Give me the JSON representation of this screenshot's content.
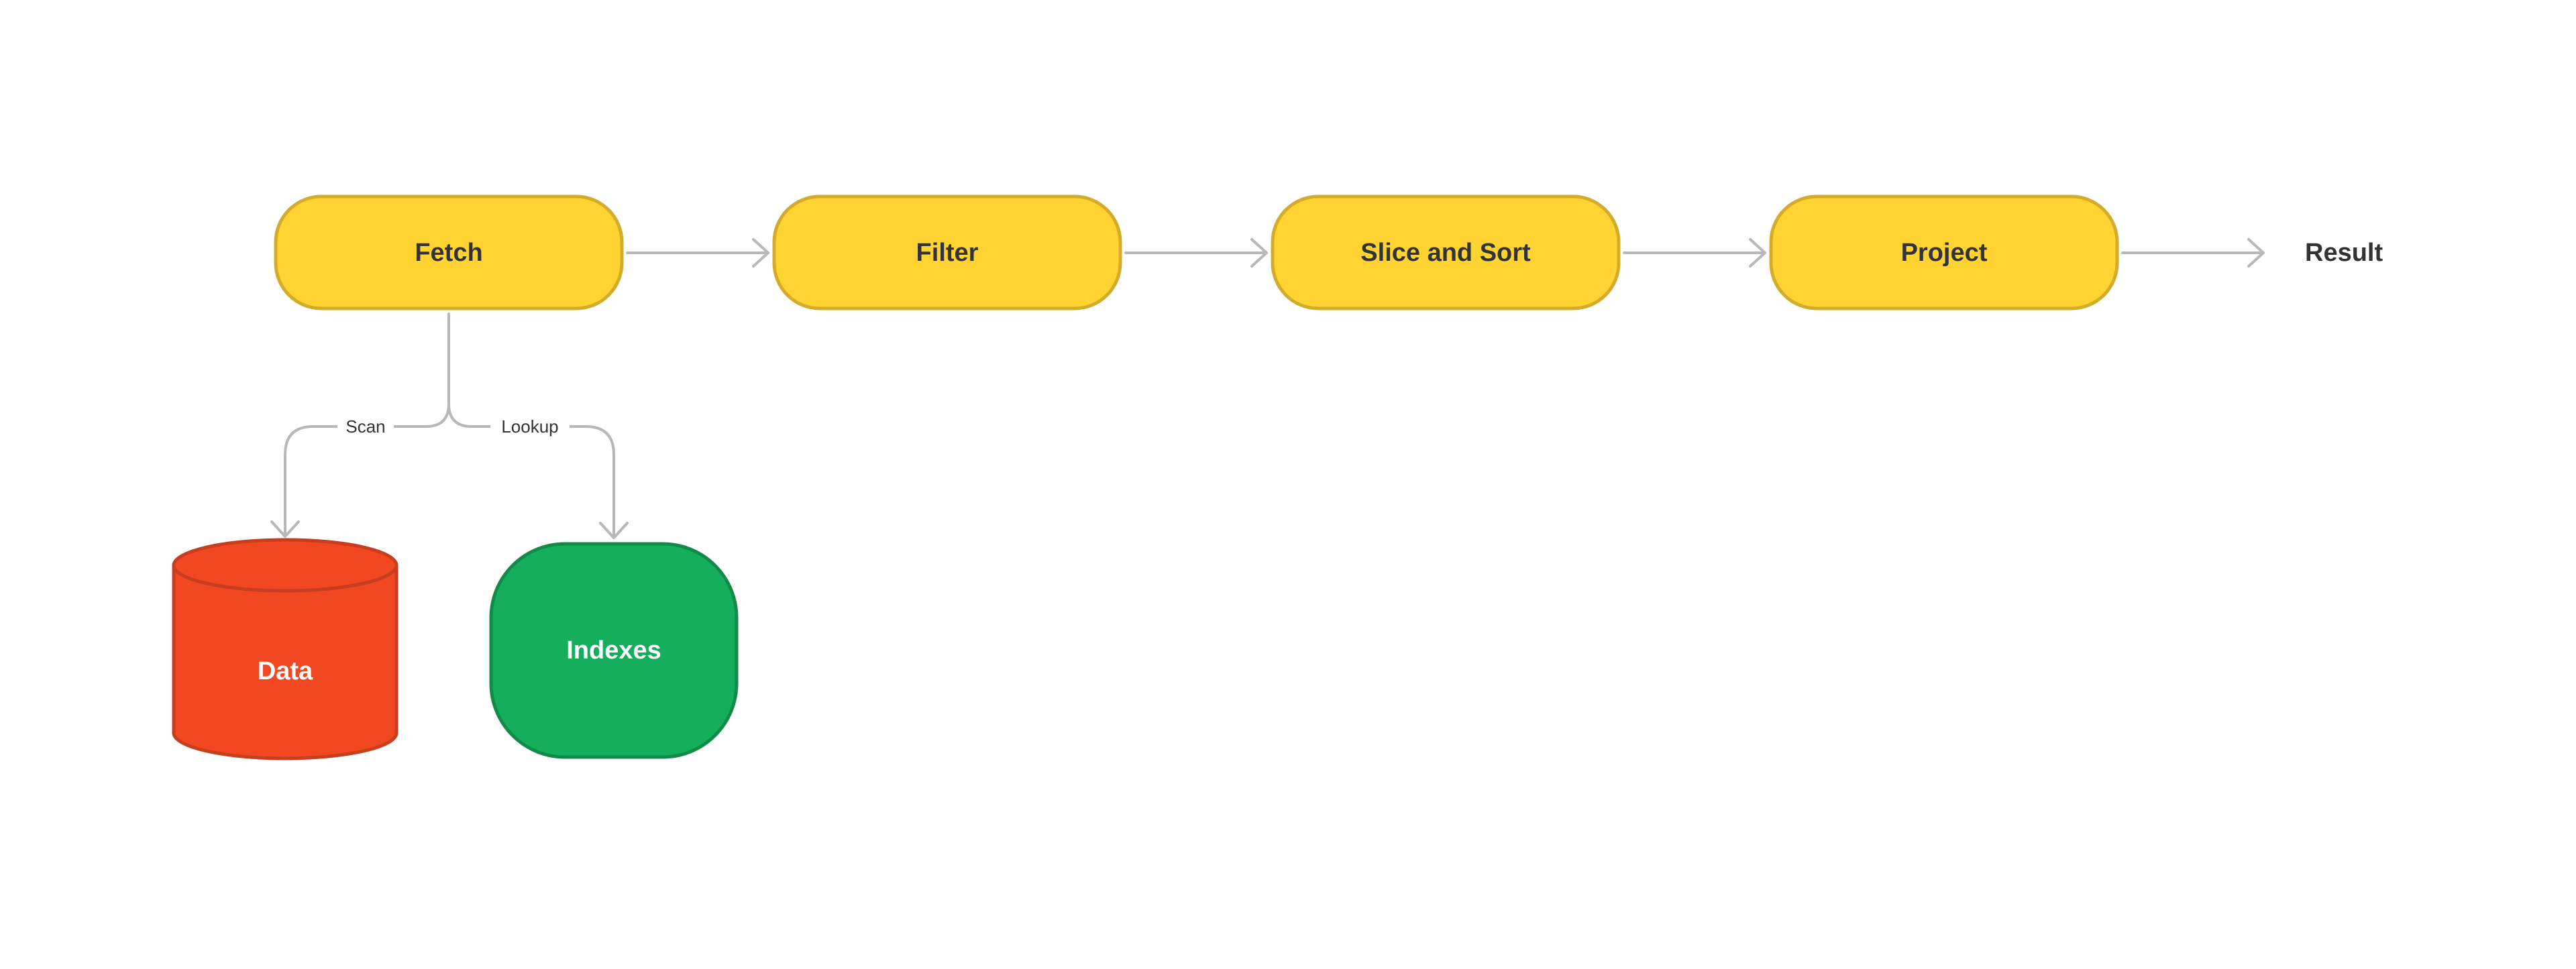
{
  "colors": {
    "process_fill": "#FED332",
    "process_stroke": "#D4AC2B",
    "data_fill": "#F24822",
    "data_stroke": "#C73D1E",
    "index_fill": "#14AE5C",
    "index_stroke": "#128B4A",
    "edge": "#B8B8B8",
    "dark_text": "#333333",
    "light_text": "#FFFFFF"
  },
  "nodes": {
    "fetch": "Fetch",
    "filter": "Filter",
    "slice_sort": "Slice and Sort",
    "project": "Project",
    "result": "Result",
    "data": "Data",
    "indexes": "Indexes"
  },
  "edge_labels": {
    "scan": "Scan",
    "lookup": "Lookup"
  }
}
